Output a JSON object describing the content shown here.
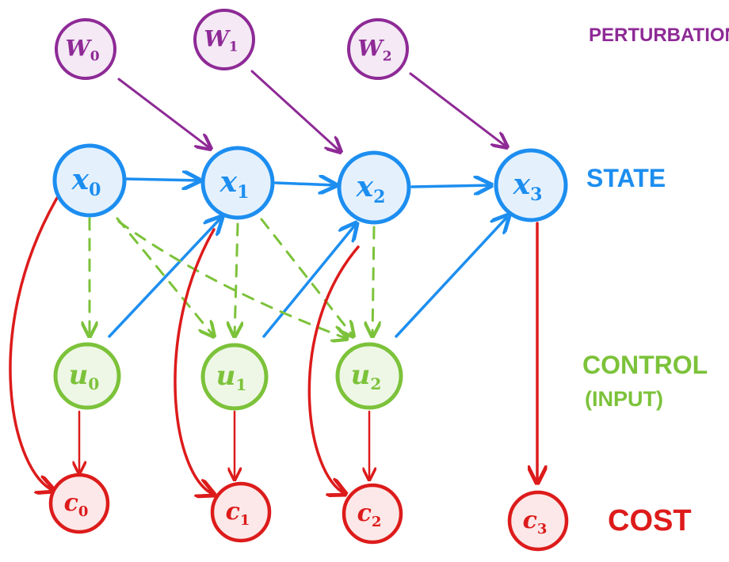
{
  "colors": {
    "perturbation": "#8e2a96",
    "perturbation_fill": "#f4e9f5",
    "state": "#1d8ef0",
    "state_fill": "#e4f1fd",
    "control": "#7cc23a",
    "control_fill": "#eef7e6",
    "cost": "#dd1b1b",
    "cost_fill": "#fce8e8"
  },
  "rows": {
    "perturbation": {
      "label": "PERTURBATION"
    },
    "state": {
      "label": "STATE"
    },
    "control": {
      "label": "CONTROL",
      "sublabel": "(INPUT)"
    },
    "cost": {
      "label": "COST"
    }
  },
  "nodes": {
    "perturbation": [
      {
        "base": "W",
        "sub": "0"
      },
      {
        "base": "W",
        "sub": "1"
      },
      {
        "base": "W",
        "sub": "2"
      }
    ],
    "state": [
      {
        "base": "x",
        "sub": "0"
      },
      {
        "base": "x",
        "sub": "1"
      },
      {
        "base": "x",
        "sub": "2"
      },
      {
        "base": "x",
        "sub": "3"
      }
    ],
    "control": [
      {
        "base": "u",
        "sub": "0"
      },
      {
        "base": "u",
        "sub": "1"
      },
      {
        "base": "u",
        "sub": "2"
      }
    ],
    "cost": [
      {
        "base": "c",
        "sub": "0"
      },
      {
        "base": "c",
        "sub": "1"
      },
      {
        "base": "c",
        "sub": "2"
      },
      {
        "base": "c",
        "sub": "3"
      }
    ]
  }
}
